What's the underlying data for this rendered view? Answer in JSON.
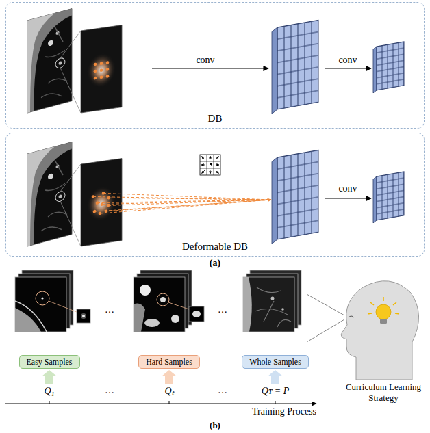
{
  "diagram": {
    "nodes": [
      {
        "text": [
          "DB"
        ]
      },
      {
        "text": [
          "Deformable DB"
        ]
      },
      {
        "text": [
          "Easy Samples"
        ]
      },
      {
        "text": [
          "Hard Samples"
        ]
      },
      {
        "text": [
          "Whole Samples"
        ]
      }
    ],
    "labels": [
      "conv",
      "conv",
      "conv",
      "(a)",
      "…",
      "…",
      "Q₁",
      "…",
      "Qₜ",
      "…",
      "Qᴛ = P",
      "Training Process",
      "Curriculum Learning Strategy",
      "(b)"
    ]
  }
}
